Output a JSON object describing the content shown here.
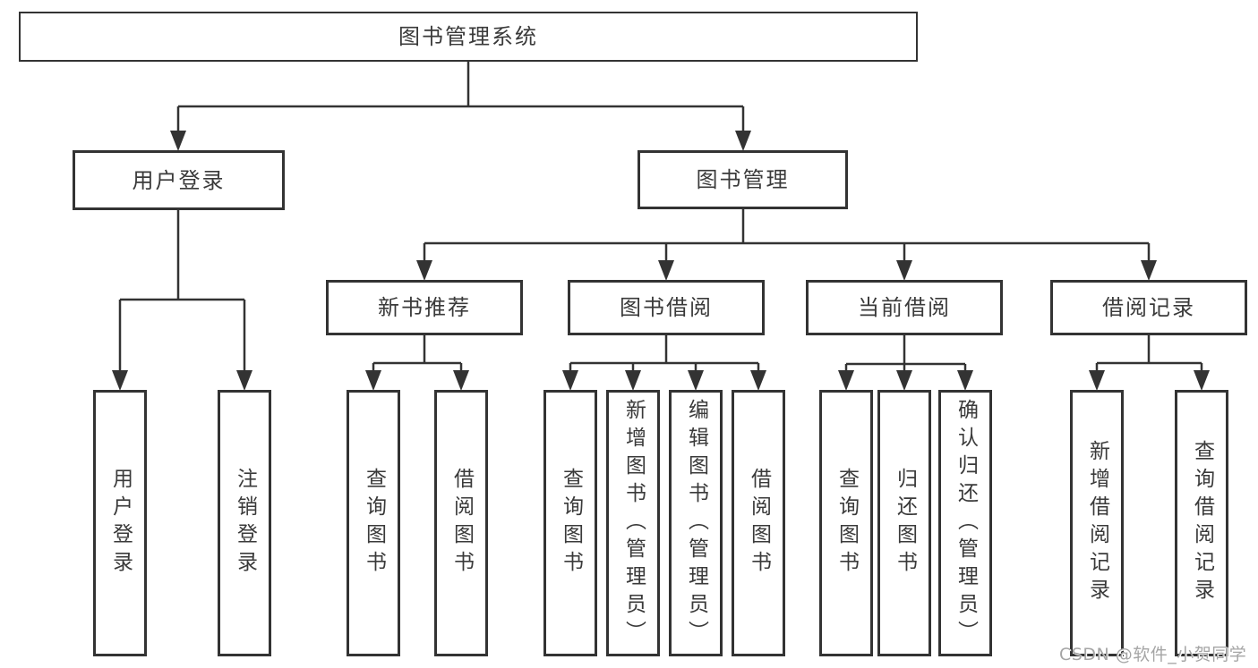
{
  "root": {
    "label": "图书管理系统"
  },
  "level2": {
    "user_login": {
      "label": "用户登录"
    },
    "book_mgmt": {
      "label": "图书管理"
    }
  },
  "level3": {
    "new_books": {
      "label": "新书推荐"
    },
    "book_borrow": {
      "label": "图书借阅"
    },
    "current_borrow": {
      "label": "当前借阅"
    },
    "borrow_records": {
      "label": "借阅记录"
    }
  },
  "leaves": {
    "user_login": {
      "label": "用户登录"
    },
    "logout": {
      "label": "注销登录"
    },
    "nb_query_book": {
      "label": "查询图书"
    },
    "nb_borrow_book": {
      "label": "借阅图书"
    },
    "bb_query_book": {
      "label": "查询图书"
    },
    "bb_add_book": {
      "label": "新增图书（管理员）"
    },
    "bb_edit_book": {
      "label": "编辑图书（管理员）"
    },
    "bb_borrow_book": {
      "label": "借阅图书"
    },
    "cb_query_book": {
      "label": "查询图书"
    },
    "cb_return_book": {
      "label": "归还图书"
    },
    "cb_confirm_return": {
      "label": "确认归还（管理员）"
    },
    "rec_add_record": {
      "label": "新增借阅记录"
    },
    "rec_query_record": {
      "label": "查询借阅记录"
    }
  },
  "watermark": {
    "text": "CSDN @软件_小贺同学"
  },
  "colors": {
    "line": "#333333",
    "text": "#3a3a3a",
    "box_fill": "#ffffff",
    "background": "#ffffff",
    "watermark": "#a5a5a5"
  }
}
